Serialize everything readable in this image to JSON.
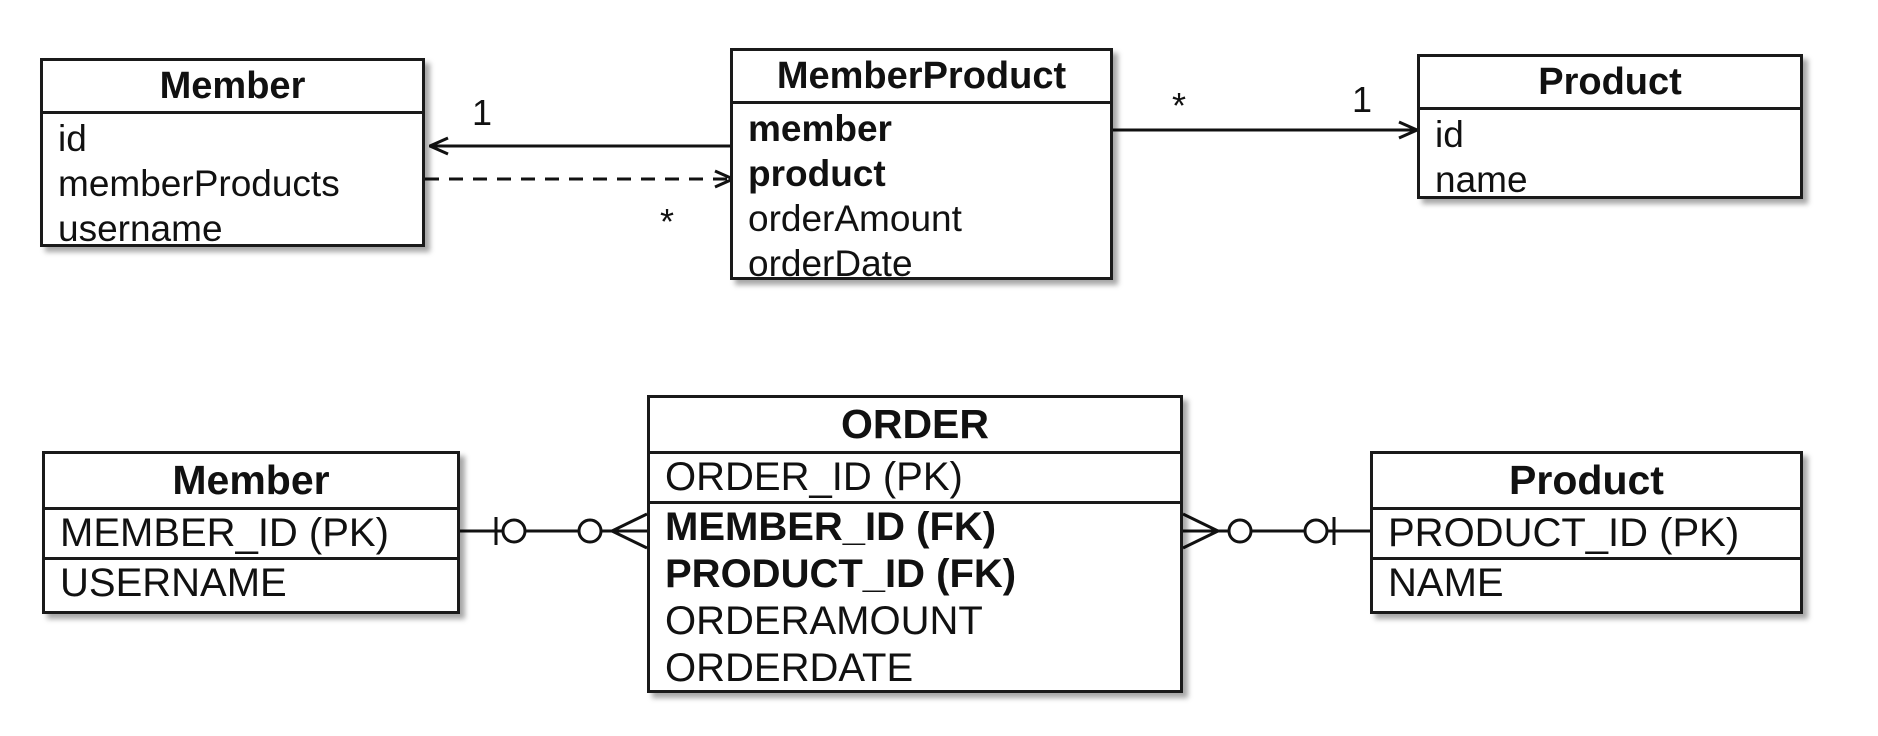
{
  "class_diagram": {
    "member": {
      "title": "Member",
      "attributes": [
        "id",
        "memberProducts",
        "username"
      ]
    },
    "member_product": {
      "title": "MemberProduct",
      "bold_attributes": [
        "member",
        "product"
      ],
      "attributes": [
        "orderAmount",
        "orderDate"
      ]
    },
    "product": {
      "title": "Product",
      "attributes": [
        "id",
        "name"
      ]
    },
    "multiplicities": {
      "member_side": "1",
      "member_product_left": "*",
      "member_product_right": "*",
      "product_side": "1"
    }
  },
  "er_diagram": {
    "member": {
      "title": "MEMBER",
      "display_title": "Member",
      "pk": "MEMBER_ID (PK)",
      "columns": [
        "USERNAME"
      ]
    },
    "order": {
      "title": "ORDER",
      "pk": "ORDER_ID (PK)",
      "fk": [
        "MEMBER_ID (FK)",
        "PRODUCT_ID (FK)"
      ],
      "columns": [
        "ORDERAMOUNT",
        "ORDERDATE"
      ]
    },
    "product": {
      "title": "Product",
      "pk": "PRODUCT_ID (PK)",
      "columns": [
        "NAME"
      ]
    }
  }
}
